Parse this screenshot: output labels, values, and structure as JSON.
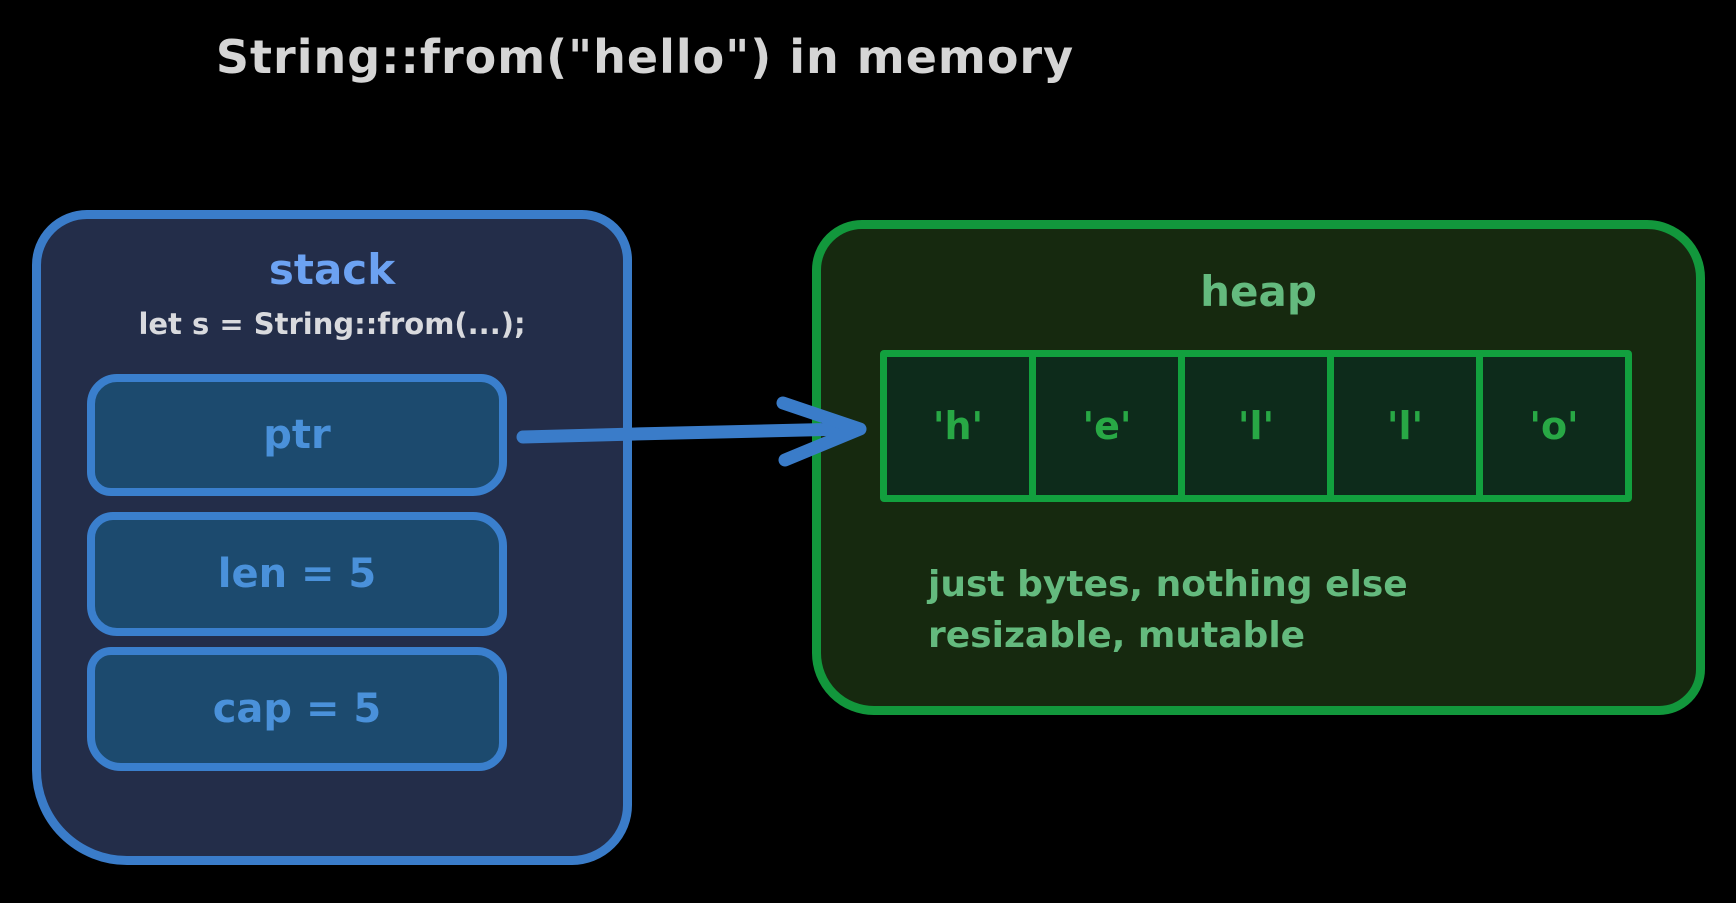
{
  "title": "String::from(\"hello\") in memory",
  "stack": {
    "label": "stack",
    "code": "let s = String::from(...);",
    "fields": [
      {
        "name": "ptr",
        "label": "ptr"
      },
      {
        "name": "len",
        "label": "len = 5"
      },
      {
        "name": "cap",
        "label": "cap = 5"
      }
    ]
  },
  "heap": {
    "label": "heap",
    "cells": [
      "'h'",
      "'e'",
      "'l'",
      "'l'",
      "'o'"
    ],
    "notes": [
      "just bytes, nothing else",
      "resizable, mutable"
    ]
  },
  "arrow": {
    "from": "ptr",
    "to": "heap"
  },
  "colors": {
    "background": "#000000",
    "title_text": "#d5d5d5",
    "stack_fill": "#232d49",
    "stack_border": "#3a7cc9",
    "stack_label_text": "#6ca2f2",
    "code_text": "#d9dade",
    "field_fill": "#1c4a6e",
    "field_border": "#3a7fcd",
    "field_text": "#4a91da",
    "arrow_stroke": "#3a7cc9",
    "heap_fill": "#16290f",
    "heap_border": "#12973c",
    "heap_label_text": "#64ba7e",
    "cell_fill": "#0d2b1b",
    "cell_border": "#12a03e",
    "cell_text": "#28a845",
    "note_text": "#64ba7e"
  }
}
